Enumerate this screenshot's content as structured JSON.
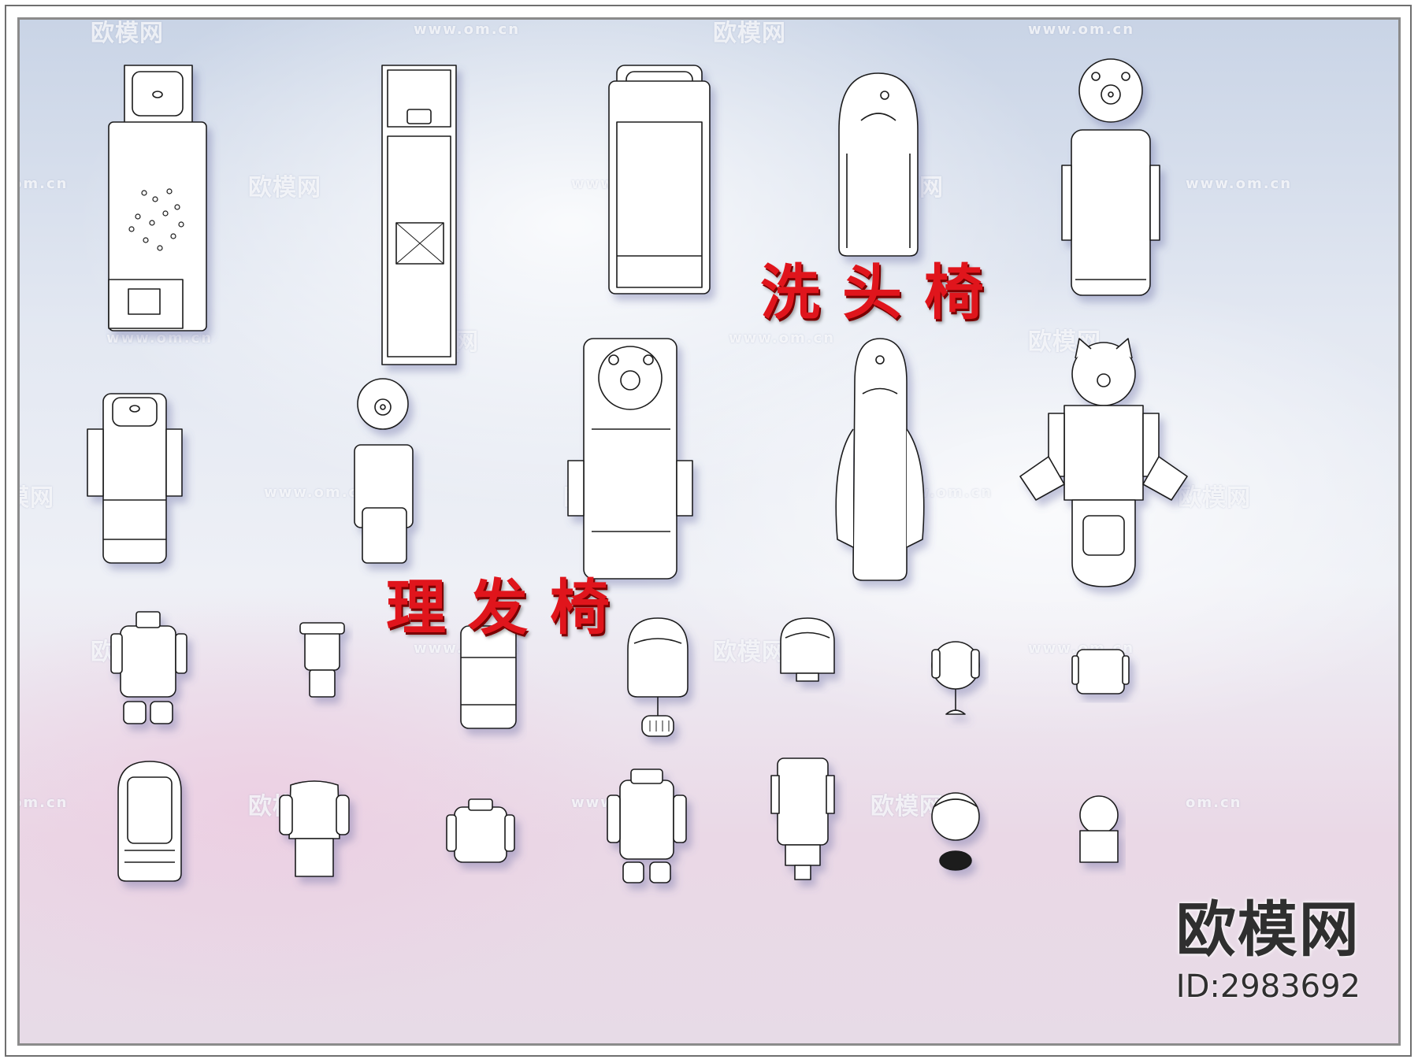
{
  "labels": {
    "shampoo_chairs": "洗头椅",
    "barber_chairs": "理发椅"
  },
  "watermarks": {
    "logo_text": "欧模网",
    "url_text": "www.om.cn",
    "url_fragment": "om.cn",
    "logo_fragment": "模网"
  },
  "brand": {
    "name": "欧模网",
    "id": "ID:2983692"
  },
  "colors": {
    "label_red": "#e0151c",
    "line": "#1a1a1a",
    "fill": "#ffffff"
  }
}
